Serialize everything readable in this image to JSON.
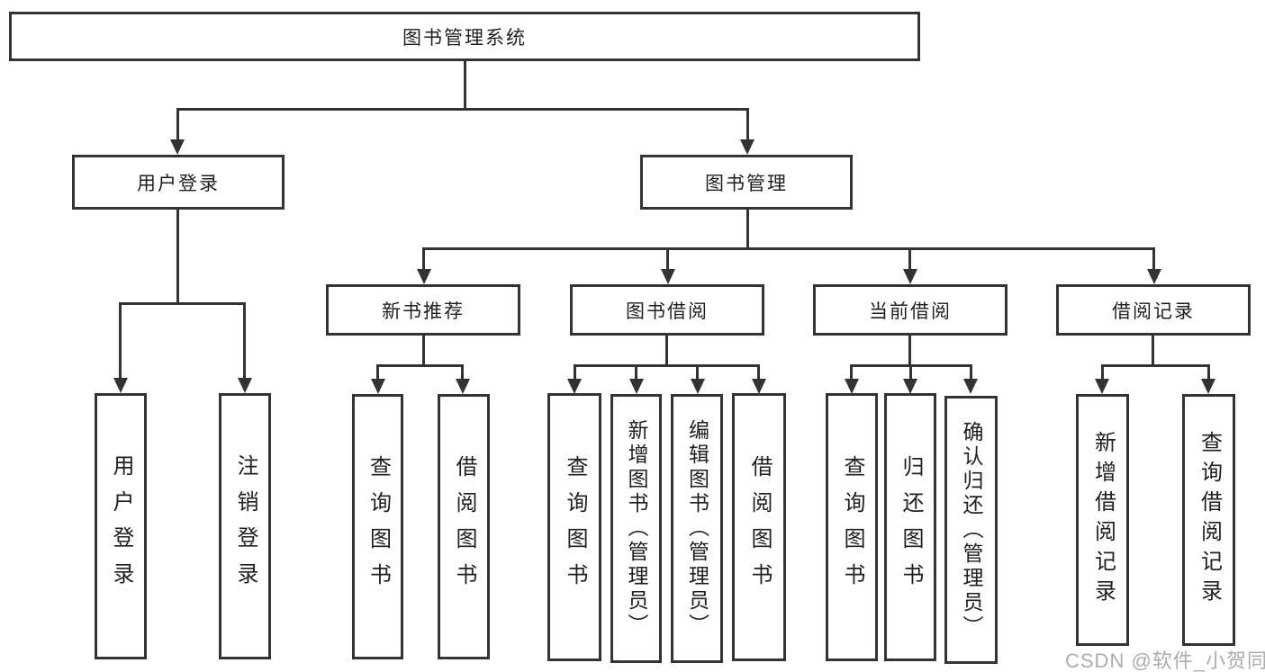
{
  "diagram": {
    "root": {
      "label": "图书管理系统"
    },
    "branches": {
      "user_login": {
        "label": "用户登录",
        "children": [
          {
            "label": "用户登录"
          },
          {
            "label": "注销登录"
          }
        ]
      },
      "book_management": {
        "label": "图书管理",
        "sections": [
          {
            "label": "新书推荐",
            "children": [
              {
                "label": "查询图书"
              },
              {
                "label": "借阅图书"
              }
            ]
          },
          {
            "label": "图书借阅",
            "children": [
              {
                "label": "查询图书"
              },
              {
                "label": "新增图书（管理员）"
              },
              {
                "label": "编辑图书（管理员）"
              },
              {
                "label": "借阅图书"
              }
            ]
          },
          {
            "label": "当前借阅",
            "children": [
              {
                "label": "查询图书"
              },
              {
                "label": "归还图书"
              },
              {
                "label": "确认归还（管理员）"
              }
            ]
          },
          {
            "label": "借阅记录",
            "children": [
              {
                "label": "新增借阅记录"
              },
              {
                "label": "查询借阅记录"
              }
            ]
          }
        ]
      }
    },
    "watermark": "CSDN @软件_小贺同学",
    "colors": {
      "line": "#333333",
      "box_border": "#333333",
      "box_fill": "#ffffff",
      "text": "#1f1f1f",
      "watermark": "#a3a6aa"
    }
  }
}
